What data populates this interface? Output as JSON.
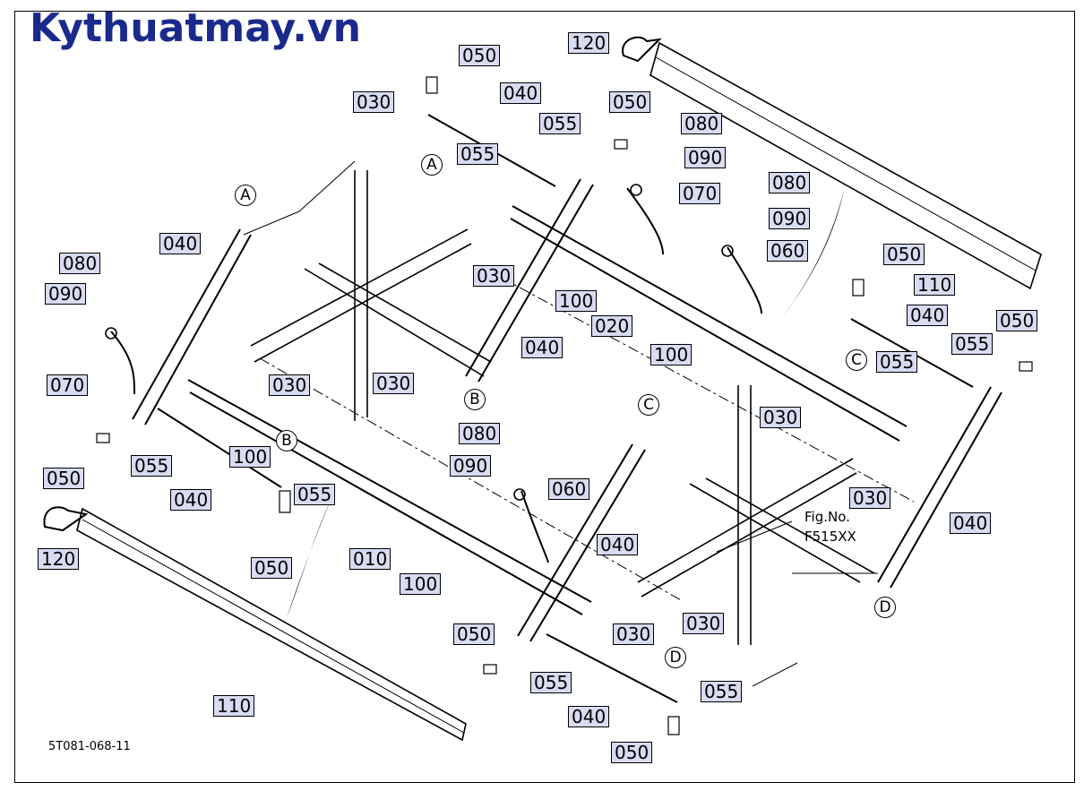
{
  "brand": "Kythuatmay.vn",
  "figure": {
    "no_label": "Fig.No.",
    "no_value": "F515XX"
  },
  "drawing_code": "5T081-068-11",
  "callouts": [
    "050",
    "040",
    "055",
    "055",
    "050",
    "080",
    "090",
    "070",
    "080",
    "090",
    "060",
    "030",
    "030",
    "040",
    "100",
    "020",
    "100",
    "120",
    "110",
    "050",
    "040",
    "055",
    "055",
    "050",
    "040",
    "080",
    "090",
    "070",
    "030",
    "100",
    "040",
    "030",
    "030",
    "055",
    "050",
    "080",
    "090",
    "060",
    "040",
    "010",
    "100",
    "050",
    "055",
    "040",
    "050",
    "030",
    "055",
    "030",
    "030",
    "040",
    "120",
    "110",
    "050"
  ],
  "letters": [
    "A",
    "A",
    "B",
    "B",
    "C",
    "C",
    "D",
    "D"
  ]
}
